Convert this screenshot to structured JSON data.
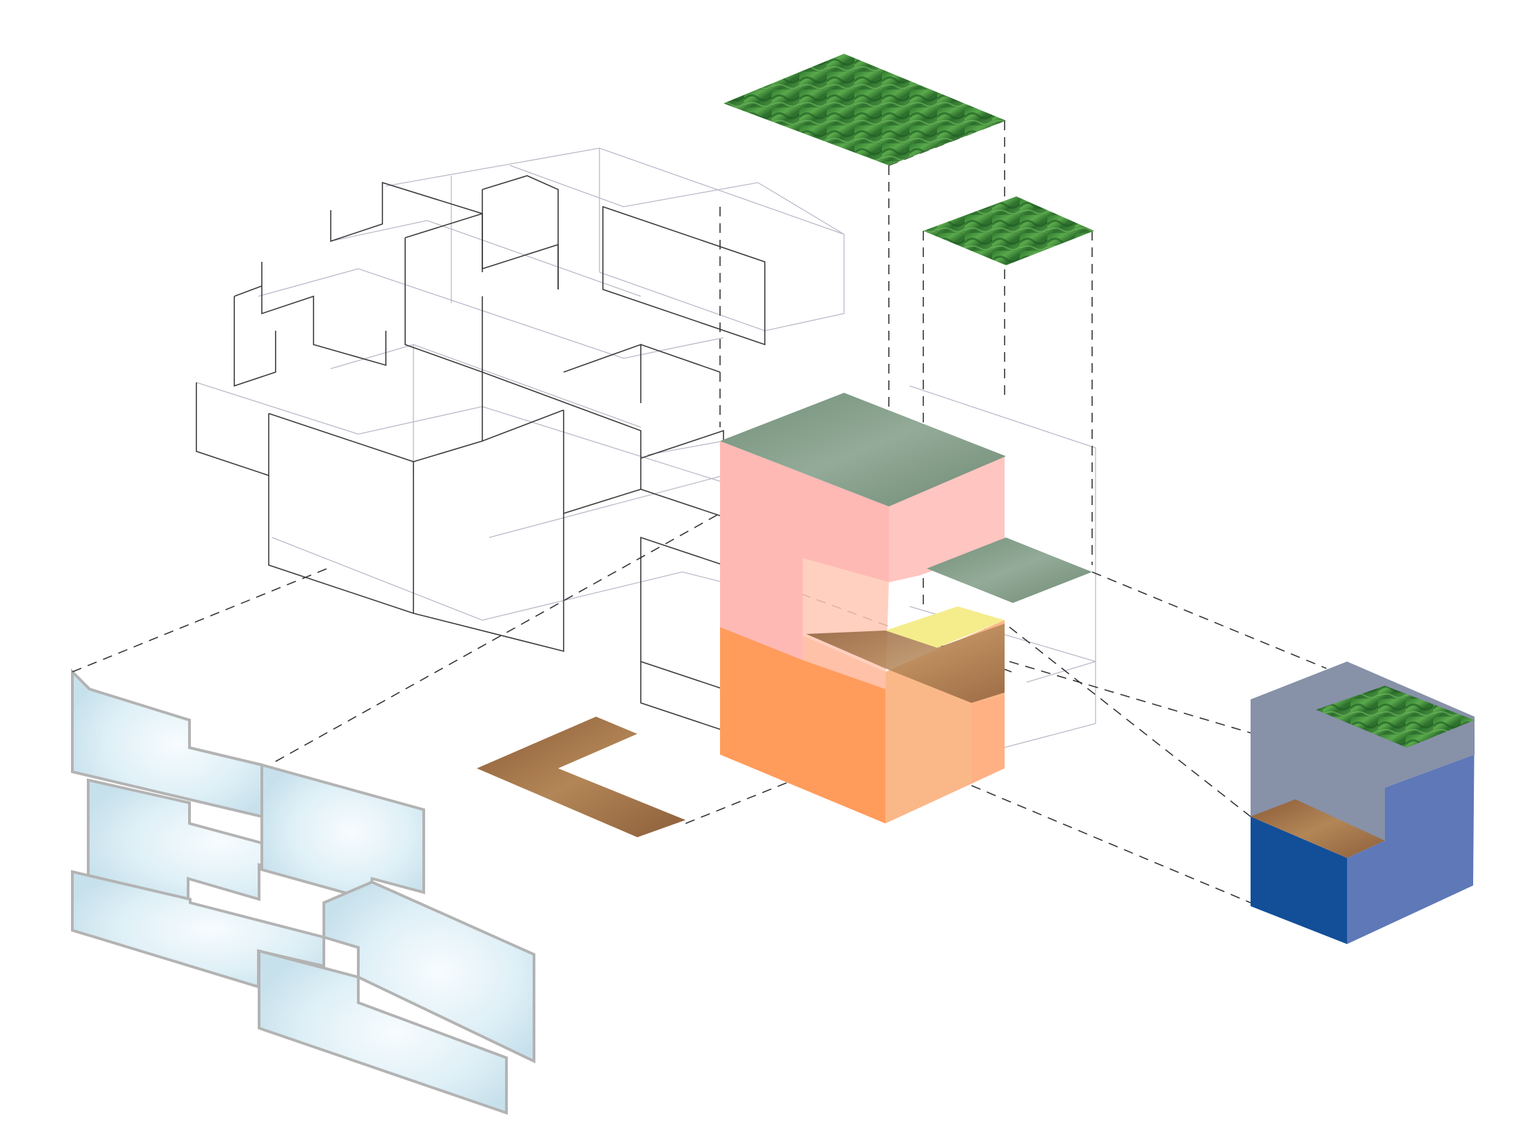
{
  "diagram": {
    "kind": "exploded axonometric",
    "colors": {
      "background": "#ffffff",
      "wireframe": "#3a3a3a",
      "wireframe_light": "#b9b9c9",
      "green_roof": "#3d8a3a",
      "green_roof_dark": "#1f5e24",
      "green_roof_muted": "#7f9b86",
      "pink_volume": "#ffb9b5",
      "orange_volume": "#ff9c5c",
      "yellow_slab": "#f5ec8c",
      "wood_floor": "#9b6b45",
      "glass_panel": "#dceff6",
      "glass_frame": "#b3b3b3",
      "blue_block_top": "#8791a8",
      "blue_block_side": "#5e78b8",
      "blue_block_front": "#124f98"
    },
    "components": [
      "wireframe-grid-massing",
      "green-roof-upper",
      "green-roof-small",
      "pink-volume",
      "orange-volume",
      "green-roof-terrace",
      "wood-floor-slab",
      "glass-facade-panels",
      "blue-unit-module"
    ]
  }
}
